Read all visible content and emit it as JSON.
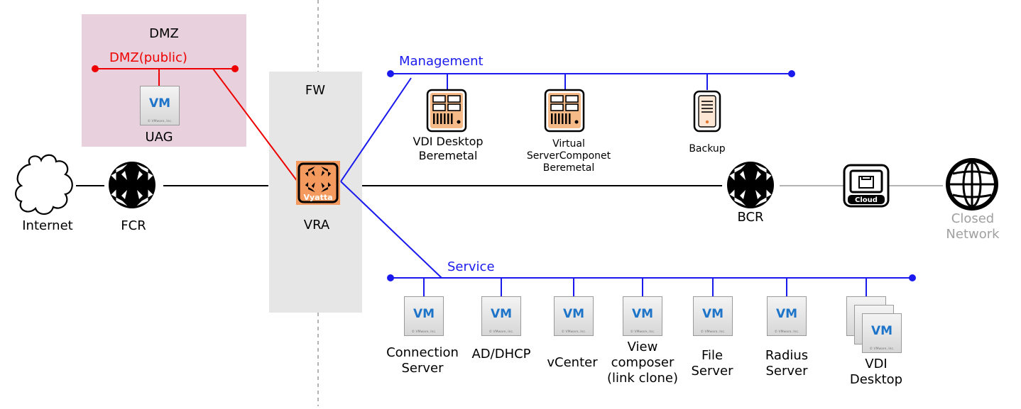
{
  "colors": {
    "dmz_zone": "#e8d1dc",
    "fw_zone": "#e6e6e6",
    "dmz_line": "#ee0000",
    "network_line": "#1a1aee",
    "closed_line": "#b4b4b4",
    "router_fill": "#000000",
    "vyatta_fill": "#f59a5e",
    "label_gray": "#a0a0a0"
  },
  "zones": {
    "dmz": "DMZ",
    "fw": "FW"
  },
  "networks": {
    "dmz_public": "DMZ(public)",
    "management": "Management",
    "service": "Service"
  },
  "nodes": {
    "internet": {
      "icon": "cloud-icon",
      "label": "Internet"
    },
    "fcr": {
      "icon": "router-icon",
      "label": "FCR"
    },
    "uag": {
      "icon": "vm-icon",
      "label": "UAG"
    },
    "vra": {
      "icon": "vyatta-router-icon",
      "badge": "Vyatta",
      "label": "VRA"
    },
    "bcr": {
      "icon": "router-icon",
      "label": "BCR"
    },
    "cloud_gateway": {
      "icon": "cloud-gateway-icon",
      "badge": "Cloud"
    },
    "closed_network": {
      "icon": "globe-icon",
      "label_line1": "Closed",
      "label_line2": "Network"
    }
  },
  "management_nodes": {
    "vdi_baremetal": {
      "icon": "baremetal-server-icon",
      "label_line1": "VDI Desktop",
      "label_line2": "Beremetal"
    },
    "virtual_server": {
      "icon": "baremetal-server-icon",
      "label_line1": "Virtual",
      "label_line2": "ServerComponet",
      "label_line3": "Beremetal"
    },
    "backup": {
      "icon": "tower-server-icon",
      "label": "Backup"
    }
  },
  "service_nodes": {
    "connection_server": {
      "icon": "vm-icon",
      "label_line1": "Connection",
      "label_line2": "Server"
    },
    "ad_dhcp": {
      "icon": "vm-icon",
      "label": "AD/DHCP"
    },
    "vcenter": {
      "icon": "vm-icon",
      "label": "vCenter"
    },
    "view_composer": {
      "icon": "vm-icon",
      "label_line1": "View",
      "label_line2": "composer",
      "label_line3": "(link clone)"
    },
    "file_server": {
      "icon": "vm-icon",
      "label_line1": "File",
      "label_line2": "Server"
    },
    "radius_server": {
      "icon": "vm-icon",
      "label_line1": "Radius",
      "label_line2": "Server"
    },
    "vdi_desktop": {
      "icon": "vm-stack-icon",
      "label_line1": "VDI",
      "label_line2": "Desktop"
    }
  },
  "vm_badge": "VM",
  "vm_caption": "© VMware, Inc."
}
